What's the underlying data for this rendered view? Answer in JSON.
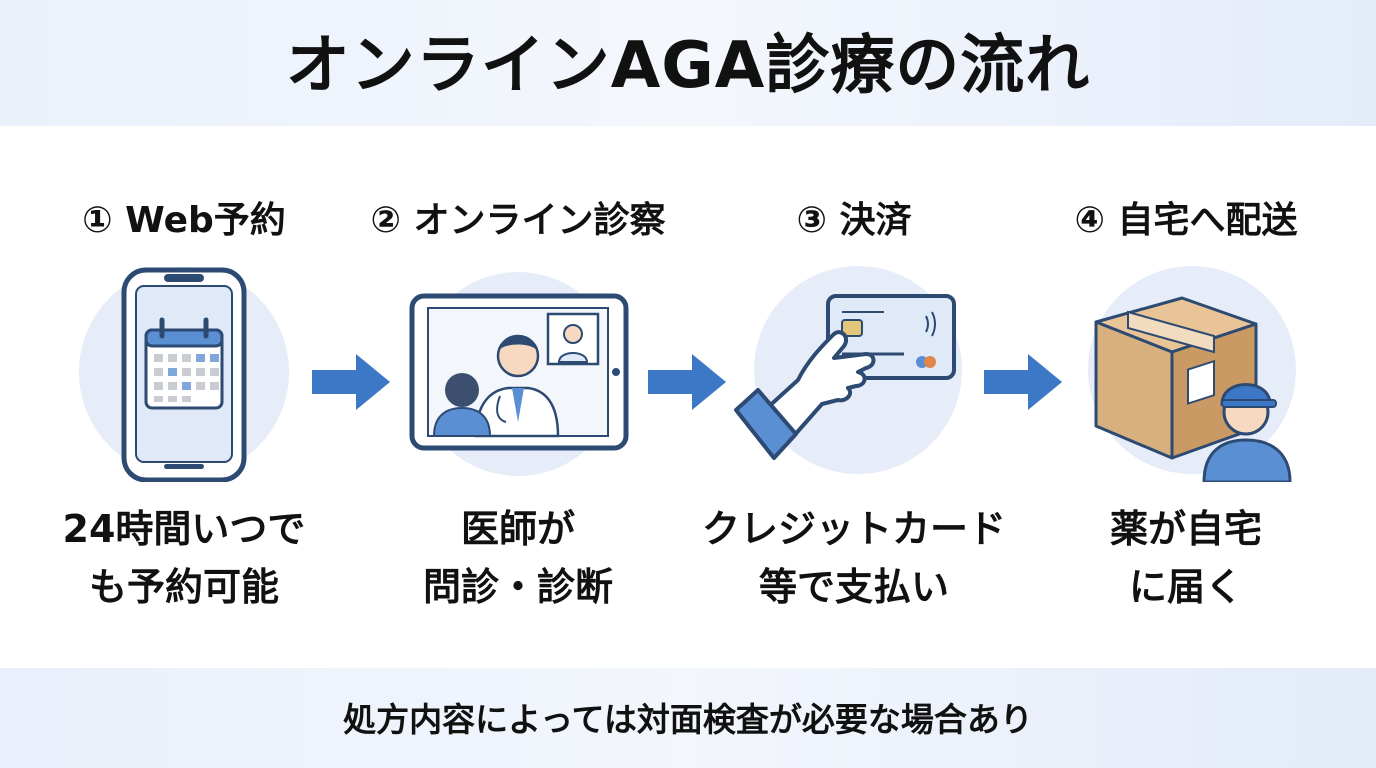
{
  "title": "オンラインAGA診療の流れ",
  "steps": [
    {
      "label": "① Web予約",
      "icon": "smartphone-calendar-icon",
      "desc_line1": "24時間いつで",
      "desc_line2": "も予約可能"
    },
    {
      "label": "② オンライン診察",
      "icon": "tablet-video-call-icon",
      "desc_line1": "医師が",
      "desc_line2": "問診・診断"
    },
    {
      "label": "③ 決済",
      "icon": "credit-card-hand-icon",
      "desc_line1": "クレジットカード",
      "desc_line2": "等で支払い"
    },
    {
      "label": "④ 自宅へ配送",
      "icon": "delivery-box-icon",
      "desc_line1": "薬が自宅",
      "desc_line2": "に届く"
    }
  ],
  "footer_note": "処方内容によっては対面検査が必要な場合あり",
  "colors": {
    "arrow": "#3c78c5",
    "icon_circle": "#e6edf8",
    "outline": "#2d4a73",
    "accent_blue": "#5b8fd4",
    "box": "#d8b07e"
  }
}
